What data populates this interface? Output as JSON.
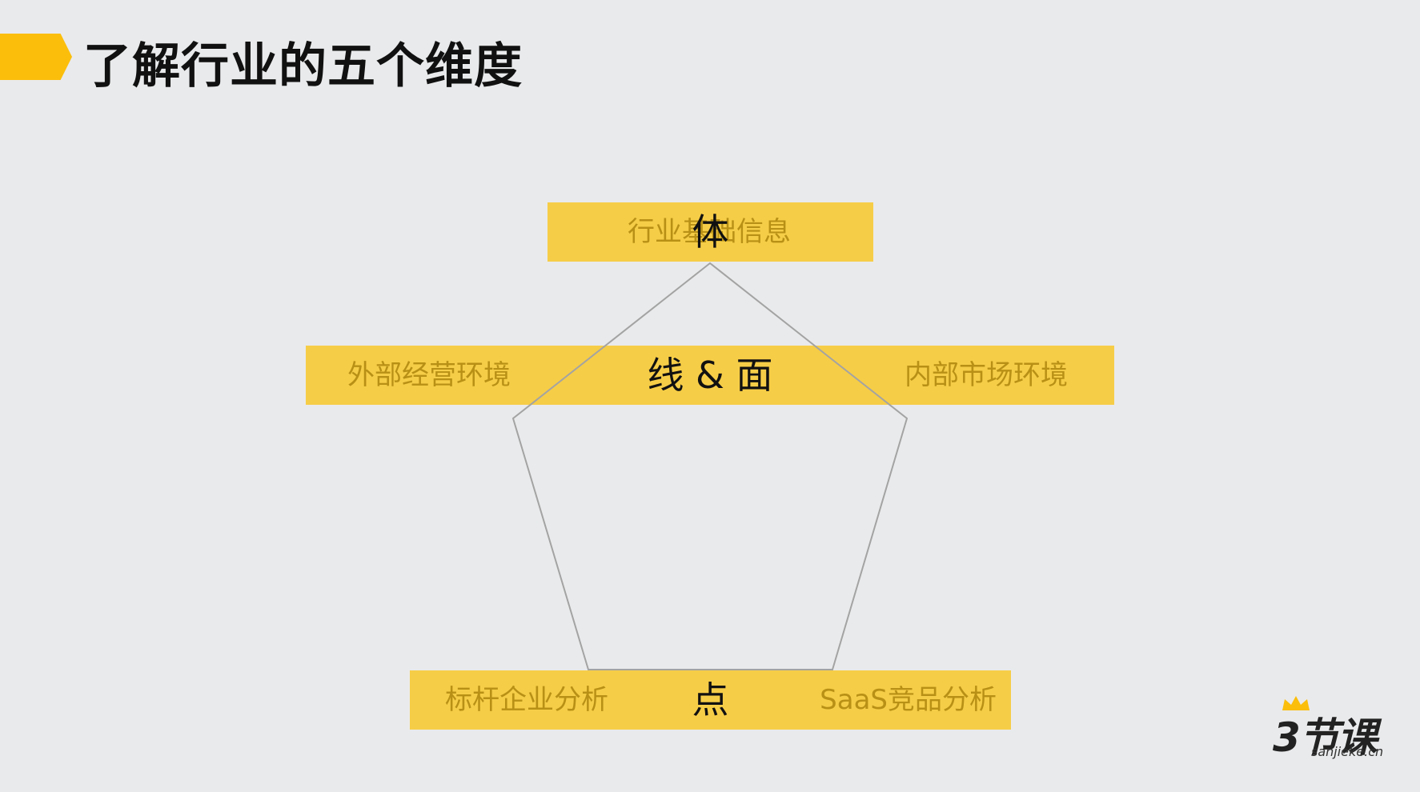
{
  "slide": {
    "title": "了解行业的五个维度"
  },
  "diagram": {
    "top": {
      "center": "体",
      "label": "行业基础信息"
    },
    "middle": {
      "center": "线 & 面",
      "left": "外部经营环境",
      "right": "内部市场环境"
    },
    "bottom": {
      "center": "点",
      "left": "标杆企业分析",
      "right": "SaaS竞品分析"
    }
  },
  "logo": {
    "main": "3节课",
    "sub": "sanjieke.cn",
    "icon": "crown-icon"
  },
  "colors": {
    "accent": "#fbbe0b",
    "band": "#f7c830",
    "band_text": "#b89015",
    "line": "#a3a3a3",
    "background": "#e9eaeb"
  }
}
